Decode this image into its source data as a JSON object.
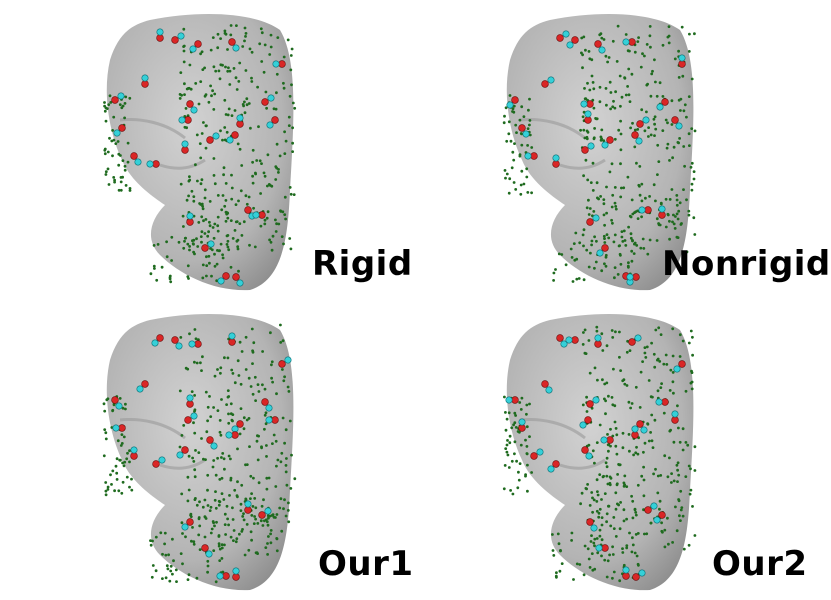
{
  "panels": [
    {
      "id": "rigid",
      "label": "Rigid"
    },
    {
      "id": "nonrigid",
      "label": "Nonrigid"
    },
    {
      "id": "our1",
      "label": "Our1"
    },
    {
      "id": "our2",
      "label": "Our2"
    }
  ],
  "colors": {
    "background": "#ffffff",
    "face_surface": "#b9b9b9",
    "face_shadow": "#8f8f8f",
    "dense_points": "#1f6b1f",
    "landmark_source": "#d92626",
    "landmark_target": "#35d0d8",
    "label_text": "#000000"
  }
}
